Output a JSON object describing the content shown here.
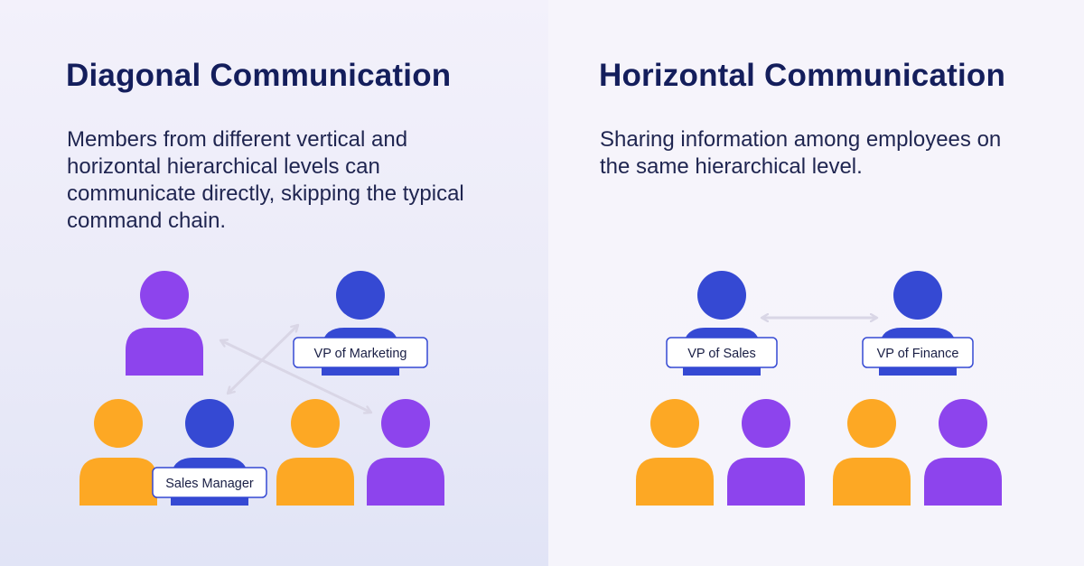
{
  "colors": {
    "purple": "#8d44ed",
    "blue": "#3549d3",
    "orange": "#fda824",
    "navy": "#141e5c",
    "label_border": "#3549d3",
    "arrow": "#d9d6e6"
  },
  "left": {
    "title": "Diagonal Communication",
    "description": "Members from different vertical and horizontal hierarchical levels can communicate directly, skipping the typical command chain.",
    "labels": {
      "vp_marketing": "VP of Marketing",
      "sales_manager": "Sales Manager"
    }
  },
  "right": {
    "title": "Horizontal Communication",
    "description": "Sharing information among employees on the same hierarchical level.",
    "labels": {
      "vp_sales": "VP of Sales",
      "vp_finance": "VP of Finance"
    }
  }
}
